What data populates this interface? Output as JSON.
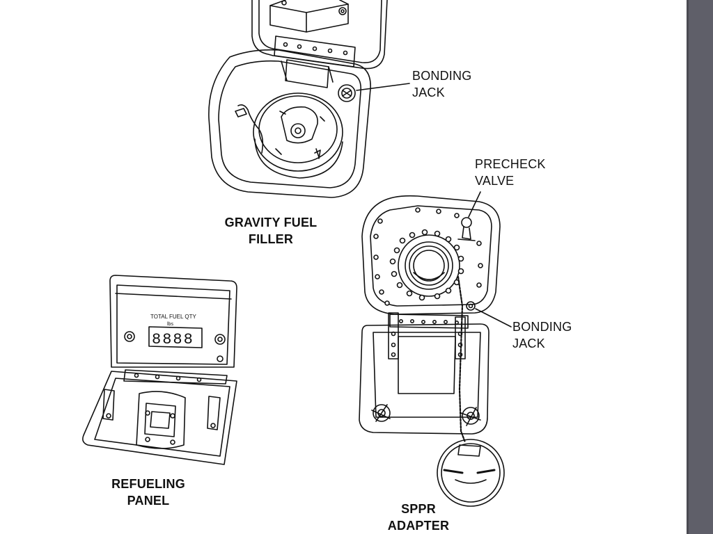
{
  "labels": {
    "bonding_jack_1": [
      "BONDING",
      "JACK"
    ],
    "precheck_valve": [
      "PRECHECK",
      "VALVE"
    ],
    "bonding_jack_2": [
      "BONDING",
      "JACK"
    ],
    "gravity_fuel_filler": [
      "GRAVITY FUEL",
      "FILLER"
    ],
    "refueling_panel": [
      "REFUELING",
      "PANEL"
    ],
    "sppr_adapter": [
      "SPPR",
      "ADAPTER"
    ]
  },
  "refueling_panel_display": {
    "title": "TOTAL FUEL QTY",
    "unit": "lbs",
    "readout": "8888"
  },
  "colors": {
    "page": "#ffffff",
    "ink": "#111111",
    "scrollbar": "#5f5f69"
  }
}
